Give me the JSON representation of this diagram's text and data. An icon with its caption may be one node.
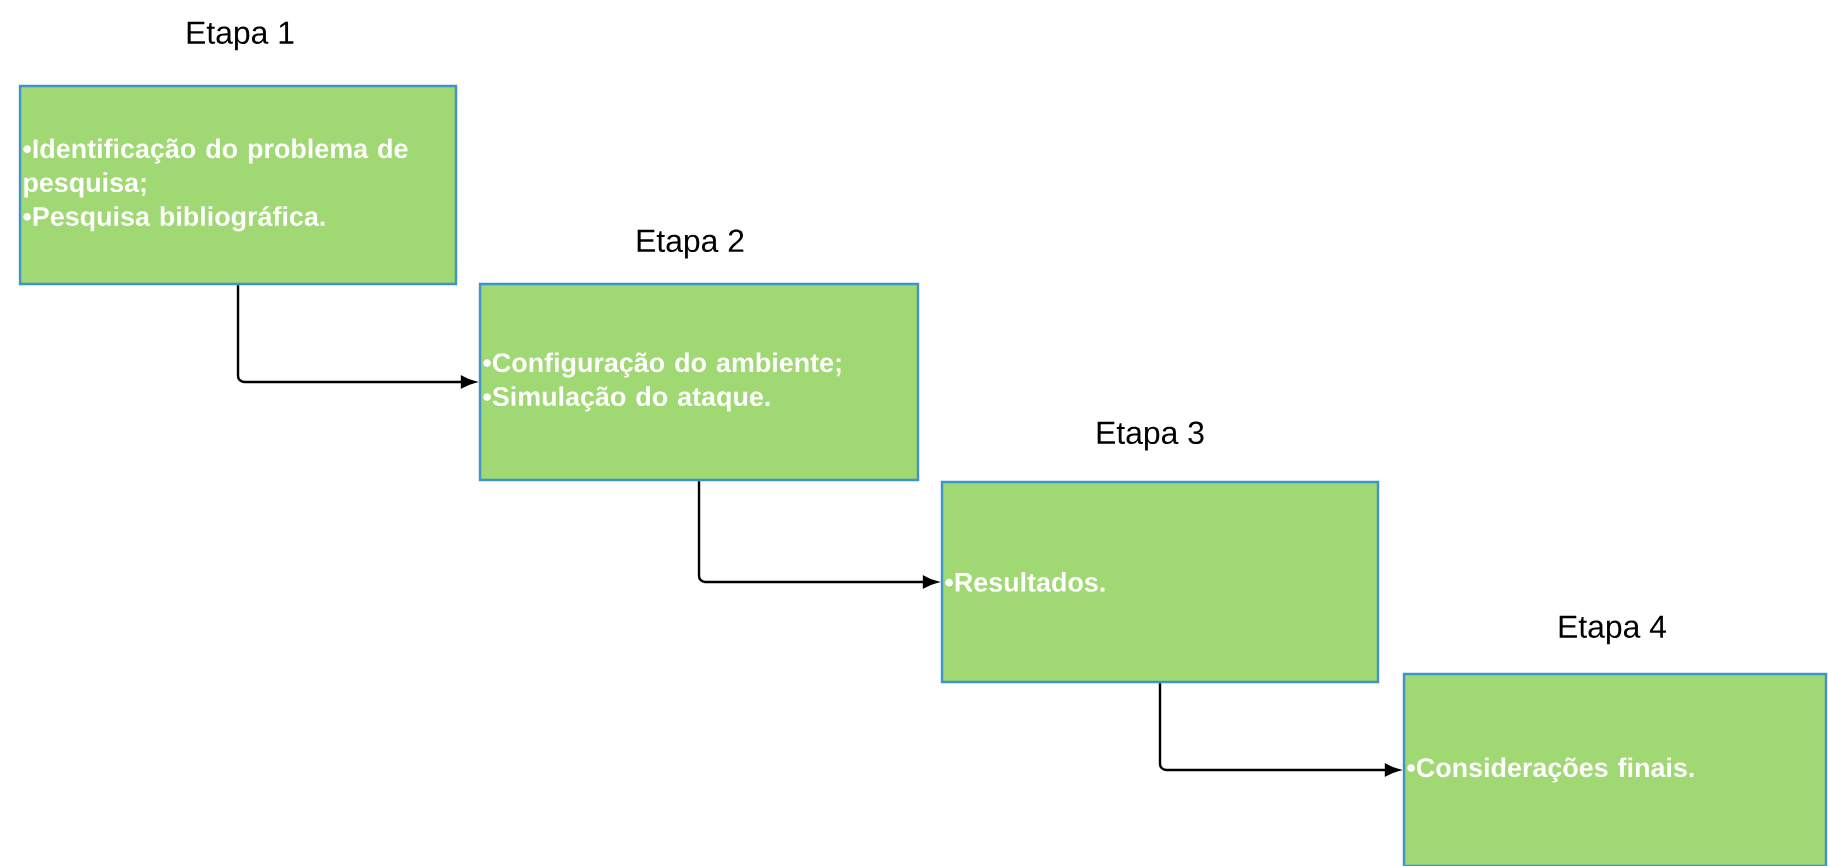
{
  "diagram": {
    "nodes": [
      {
        "text": [
          "Etapa 1",
          "•Identificação do problema de pesquisa;",
          "•Pesquisa bibliográfica."
        ]
      },
      {
        "text": [
          "Etapa 2",
          "•Configuração do ambiente;",
          "•Simulação do ataque."
        ]
      },
      {
        "text": [
          "Etapa 3",
          "•Resultados."
        ]
      },
      {
        "text": [
          "Etapa 4",
          "•Considerações finais."
        ]
      }
    ],
    "edges": [
      {
        "from": 0,
        "to": 1,
        "arrow": "to"
      },
      {
        "from": 1,
        "to": 2,
        "arrow": "to"
      },
      {
        "from": 2,
        "to": 3,
        "arrow": "to"
      }
    ]
  }
}
